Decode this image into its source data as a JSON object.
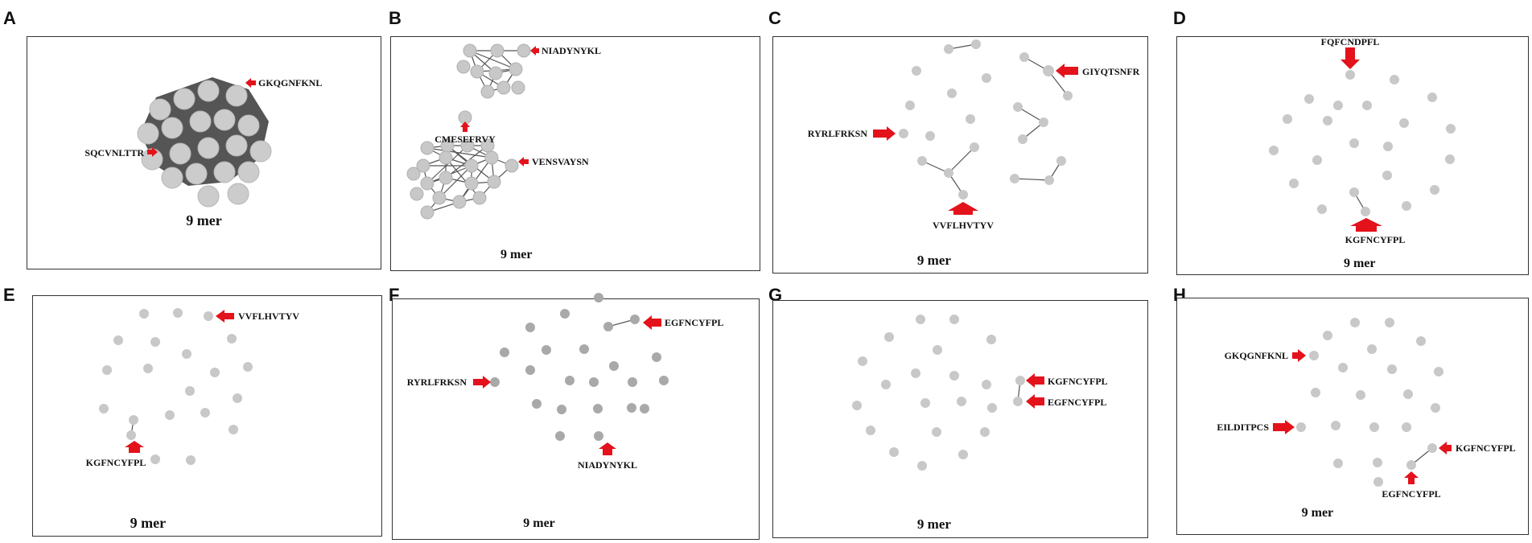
{
  "panels": [
    {
      "letter": "A",
      "caption": "9 mer",
      "labels": [
        "GKQGNFKNL",
        "SQCVNLTTR"
      ]
    },
    {
      "letter": "B",
      "caption": "9 mer",
      "labels": [
        "NIADYNYKL",
        "CMESEFRVY",
        "VENSVAYSN"
      ]
    },
    {
      "letter": "C",
      "caption": "9 mer",
      "labels": [
        "GIYQTSNFR",
        "RYRLFRKSN",
        "VVFLHVTYV"
      ]
    },
    {
      "letter": "D",
      "caption": "9 mer",
      "labels": [
        "FQFCNDPFL",
        "KGFNCYFPL"
      ]
    },
    {
      "letter": "E",
      "caption": "9 mer",
      "labels": [
        "VVFLHVTYV",
        "KGFNCYFPL"
      ]
    },
    {
      "letter": "F",
      "caption": "9 mer",
      "labels": [
        "EGFNCYFPL",
        "RYRLFRKSN",
        "NIADYNYKL"
      ]
    },
    {
      "letter": "G",
      "caption": "9 mer",
      "labels": [
        "KGFNCYFPL",
        "EGFNCYFPL"
      ]
    },
    {
      "letter": "H",
      "caption": "9 mer",
      "labels": [
        "GKQGNFKNL",
        "EILDITPCS",
        "KGFNCYFPL",
        "EGFNCYFPL"
      ]
    }
  ],
  "colors": {
    "node": "#c8c8c8",
    "node_dark": "#a9a9a9",
    "edge": "#555555",
    "arrow": "#e3121b",
    "border": "#333333"
  }
}
